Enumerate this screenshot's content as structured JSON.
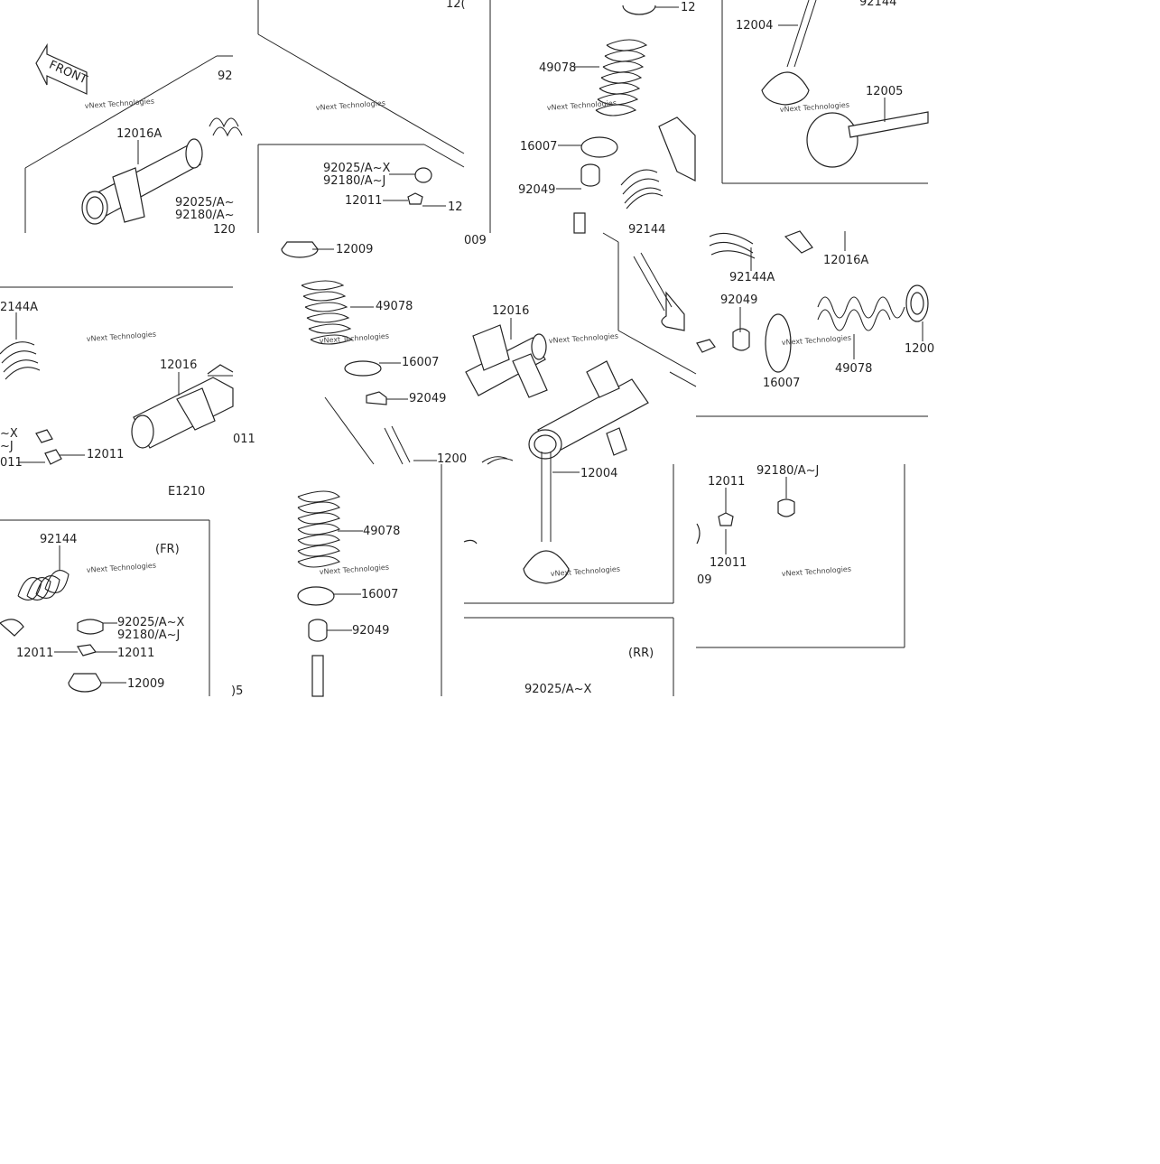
{
  "labels": {
    "front": "FRONT",
    "n12016A": "12016A",
    "n12016": "12016",
    "n12004": "12004",
    "n12005": "12005",
    "n12009": "12009",
    "n12011": "12011",
    "n16007": "16007",
    "n49078": "49078",
    "n92049": "92049",
    "n92144": "92144",
    "n92144A": "92144A",
    "n92025": "92025/A~X",
    "n92180": "92180/A~J",
    "e1210": "E1210",
    "fr": "(FR)",
    "rr": "(RR)"
  },
  "fragments": {
    "t92": "92",
    "t120": "120",
    "t120a": "12(",
    "t12": "12",
    "t009": "009",
    "t011": "011",
    "t011b": "011",
    "t09": "09",
    "t05": ")5",
    "t2144A": "2144A",
    "tX": "~X",
    "tJ": "~J",
    "t92025cut": "92025/A~",
    "t92180cut": "92180/A~",
    "t1200": "1200",
    "t1200b": "1200",
    "t92144cut": "92144",
    "t12a": "12"
  },
  "watermark": "vNext Technologies",
  "colors": {
    "line": "#222222",
    "background": "#ffffff"
  }
}
